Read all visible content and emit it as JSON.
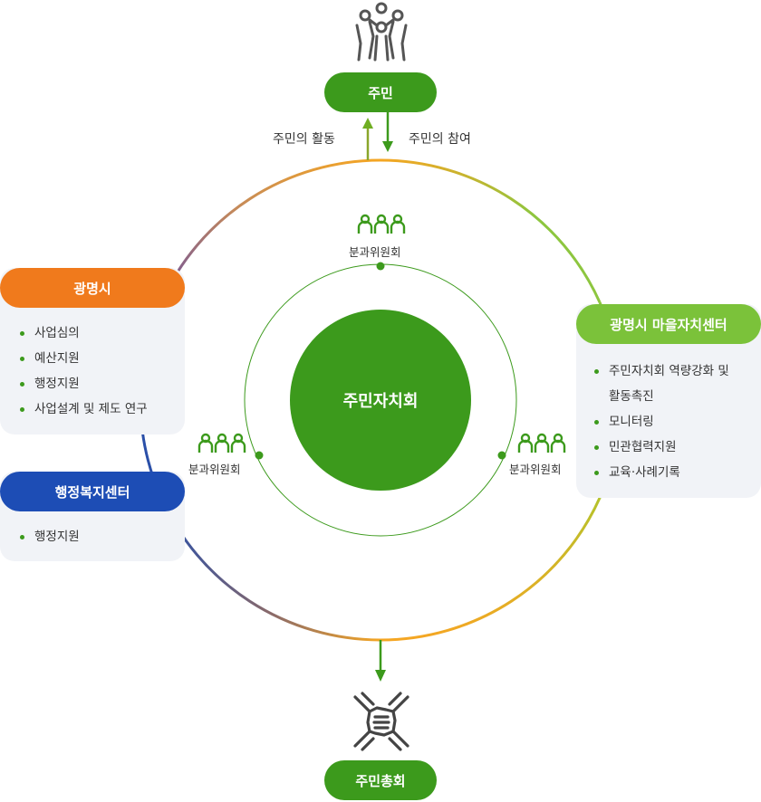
{
  "residents": {
    "label": "주민"
  },
  "flow": {
    "up_label": "주민의 활동",
    "down_label": "주민의 참여"
  },
  "center": {
    "label": "주민자치회"
  },
  "subcommittees": {
    "top": "분과위원회",
    "left": "분과위원회",
    "right": "분과위원회"
  },
  "gwangmyeong": {
    "title": "광명시",
    "items": [
      "사업심의",
      "예산지원",
      "행정지원",
      "사업설계 및 제도 연구"
    ]
  },
  "welfare_center": {
    "title": "행정복지센터",
    "items": [
      "행정지원"
    ]
  },
  "village_center": {
    "title": "광명시 마을자치센터",
    "items": [
      "주민자치회 역량강화 및",
      "활동촉진",
      "모니터링",
      "민관협력지원",
      "교육·사례기록"
    ]
  },
  "assembly": {
    "label": "주민총회"
  },
  "colors": {
    "green": "#3c9a1c",
    "light_green": "#7bc23a",
    "orange": "#f07a1c",
    "blue": "#1d4db5",
    "ring_orange": "#f5a623",
    "ring_blue": "#2a4fa8"
  },
  "icons": [
    "people-group-icon",
    "team-icon",
    "hands-together-icon"
  ]
}
